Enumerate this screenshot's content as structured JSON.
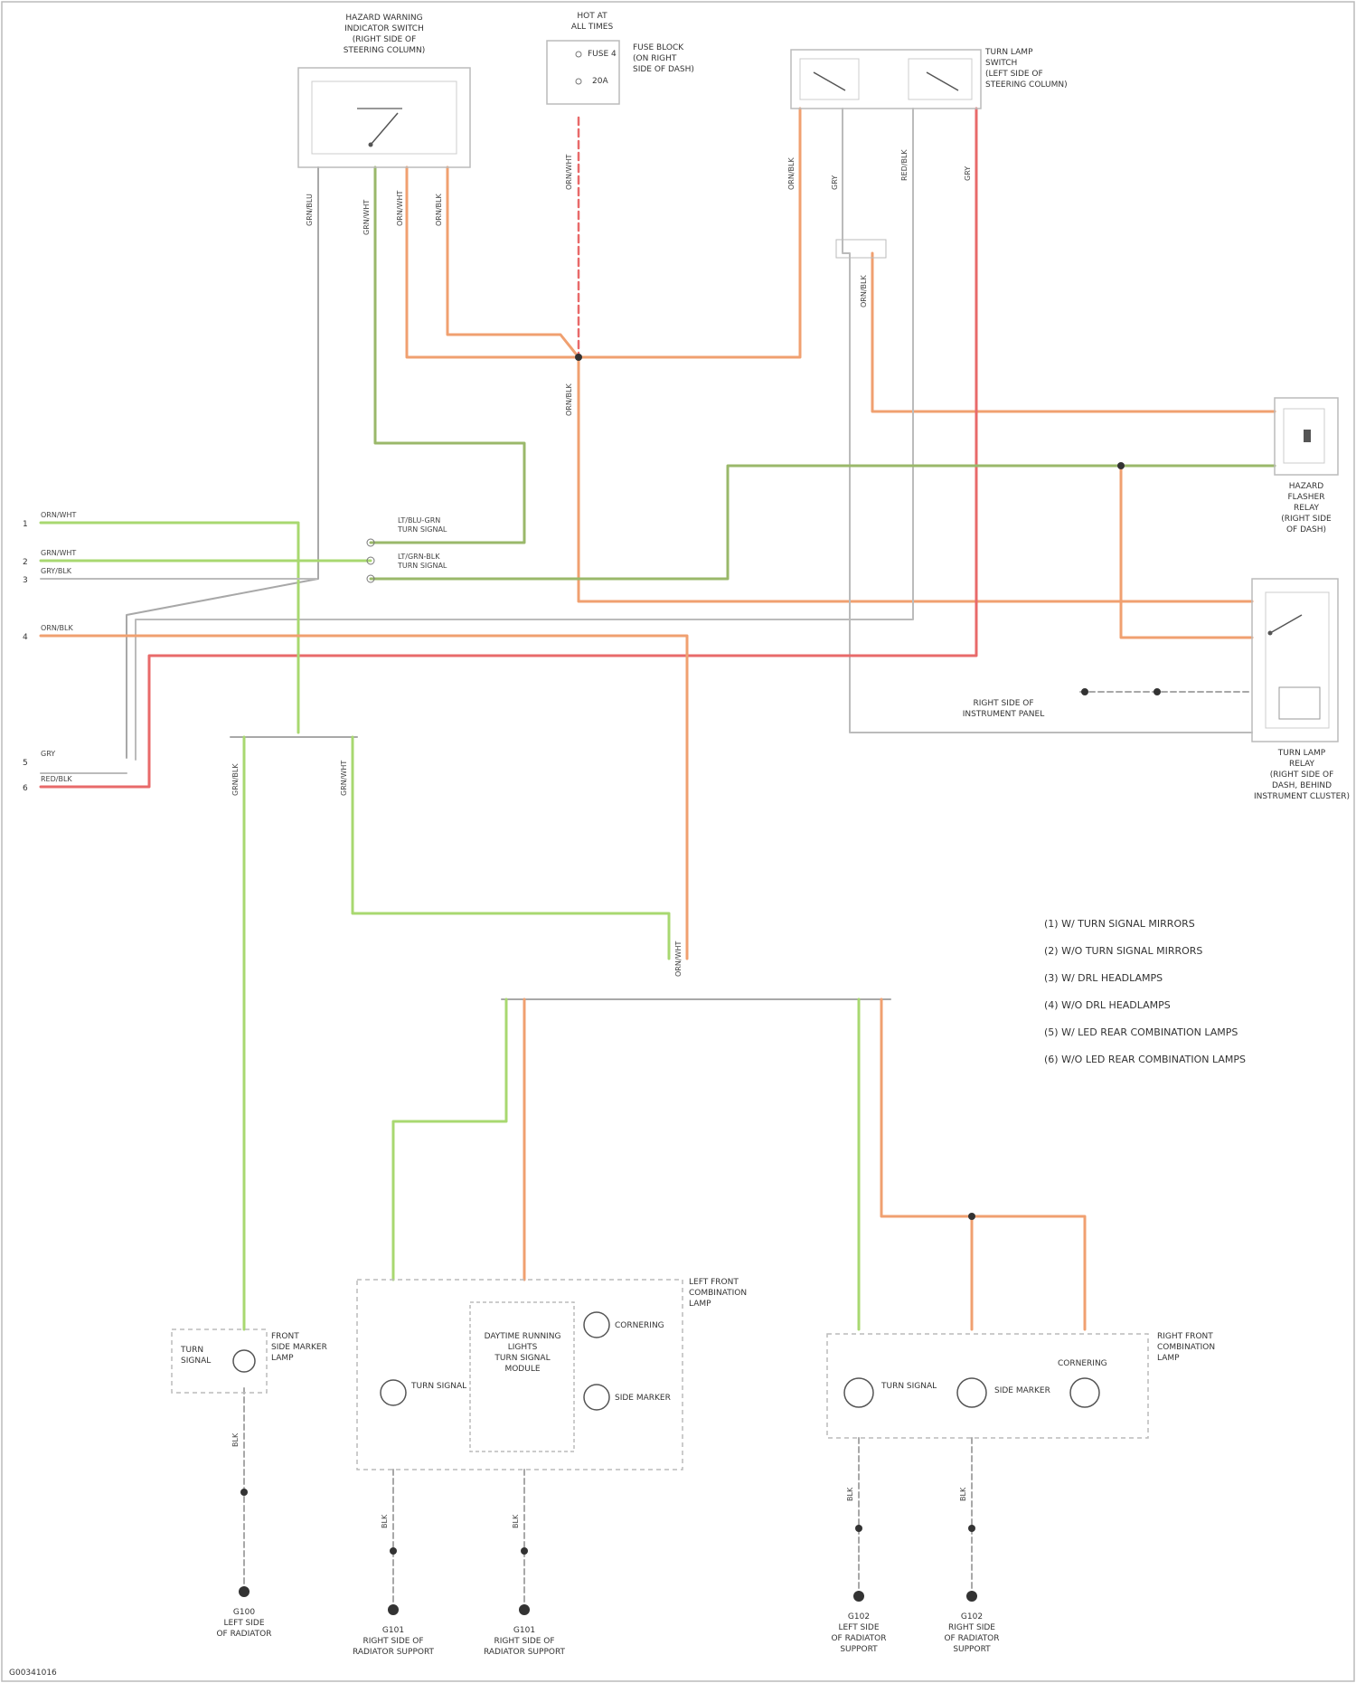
{
  "colors": {
    "orange": "#f0a070",
    "red": "#e86a6a",
    "green": "#a8d870",
    "olive": "#9ab86a",
    "gray": "#a8a8a8",
    "outline": "#bbbbbb",
    "text": "#333333"
  },
  "top_left_box": {
    "caption": [
      "HAZARD WARNING",
      "INDICATOR SWITCH",
      "(RIGHT SIDE OF",
      "STEERING COLUMN)"
    ],
    "pins": [
      "",
      "",
      "",
      ""
    ]
  },
  "top_center_box": {
    "caption": [
      "HOT AT",
      "ALL TIMES"
    ],
    "fuse_label": [
      "FUSE 4",
      "20A"
    ],
    "side_label": [
      "FUSE BLOCK",
      "(ON RIGHT",
      "SIDE OF DASH)"
    ]
  },
  "top_right_box": {
    "caption": [
      "TURN LAMP",
      "SWITCH",
      "(LEFT SIDE OF",
      "STEERING COLUMN)"
    ]
  },
  "right_relay_top": {
    "caption": [
      "HAZARD",
      "FLASHER",
      "RELAY",
      "(RIGHT SIDE",
      "OF DASH)"
    ]
  },
  "right_relay_bottom": {
    "caption": [
      "TURN LAMP",
      "RELAY",
      "(RIGHT SIDE OF",
      "DASH, BEHIND",
      "INSTRUMENT CLUSTER)"
    ],
    "ground_label": [
      "RIGHT SIDE OF",
      "INSTRUMENT PANEL"
    ]
  },
  "left_terminals": [
    {
      "pin": "1",
      "label": "ORN/WHT"
    },
    {
      "pin": "2",
      "label": "GRN/WHT"
    },
    {
      "pin": "3",
      "label": "GRY/BLK"
    },
    {
      "pin": "4",
      "label": "ORN/BLK"
    },
    {
      "pin": "5",
      "label": "GRY"
    },
    {
      "pin": "6",
      "label": "RED/BLK"
    }
  ],
  "center_connector": {
    "labels": [
      "LT/BLU-GRN",
      "TURN SIGNAL",
      "LT/GRN-BLK",
      "TURN SIGNAL"
    ]
  },
  "wire_labels": {
    "w1": "GRN/BLU",
    "w2": "GRN/WHT",
    "w3": "ORN/WHT",
    "w4": "ORN/BLK",
    "w5": "ORN/WHT",
    "w6": "ORN/BLK",
    "w7": "GRY",
    "w8": "RED/BLK",
    "w9": "ORN/BLK",
    "w10": "GRY",
    "w11": "GRN/BLK",
    "w12": "GRN/WHT",
    "w13": "ORN/BLK",
    "w14": "ORN/WHT",
    "w15": "BLK",
    "w16": "BLK",
    "w17": "BLK",
    "w18": "BLK",
    "w19": "BLK"
  },
  "bottom_components": {
    "front_side_marker": {
      "caption": [
        "FRONT",
        "SIDE MARKER",
        "LAMP"
      ],
      "inner": [
        "TURN",
        "SIGNAL"
      ]
    },
    "left_front_combination_lamp": {
      "caption": [
        "LEFT FRONT",
        "COMBINATION",
        "LAMP"
      ],
      "module": [
        "DAYTIME RUNNING",
        "LIGHTS",
        "TURN SIGNAL",
        "MODULE"
      ],
      "lamps": [
        "CORNERING",
        "SIDE MARKER",
        "TURN SIGNAL"
      ]
    },
    "right_front_combination_lamp": {
      "caption": [
        "RIGHT FRONT",
        "COMBINATION",
        "LAMP"
      ],
      "lamps": [
        "TURN SIGNAL",
        "SIDE MARKER",
        "CORNERING"
      ]
    }
  },
  "grounds": [
    {
      "label": [
        "G100",
        "LEFT SIDE",
        "OF RADIATOR"
      ]
    },
    {
      "label": [
        "G101",
        "RIGHT SIDE OF",
        "RADIATOR SUPPORT"
      ]
    },
    {
      "label": [
        "G101",
        "RIGHT SIDE OF",
        "RADIATOR SUPPORT"
      ]
    },
    {
      "label": [
        "G102",
        "LEFT SIDE",
        "OF RADIATOR",
        "SUPPORT"
      ]
    },
    {
      "label": [
        "G102",
        "RIGHT SIDE",
        "OF RADIATOR",
        "SUPPORT"
      ]
    }
  ],
  "legend": [
    "(1) W/ TURN SIGNAL MIRRORS",
    "(2) W/O TURN SIGNAL MIRRORS",
    "(3) W/ DRL HEADLAMPS",
    "(4) W/O DRL HEADLAMPS",
    "(5) W/ LED REAR COMBINATION LAMPS",
    "(6) W/O LED REAR COMBINATION LAMPS"
  ],
  "footer": "G00341016"
}
